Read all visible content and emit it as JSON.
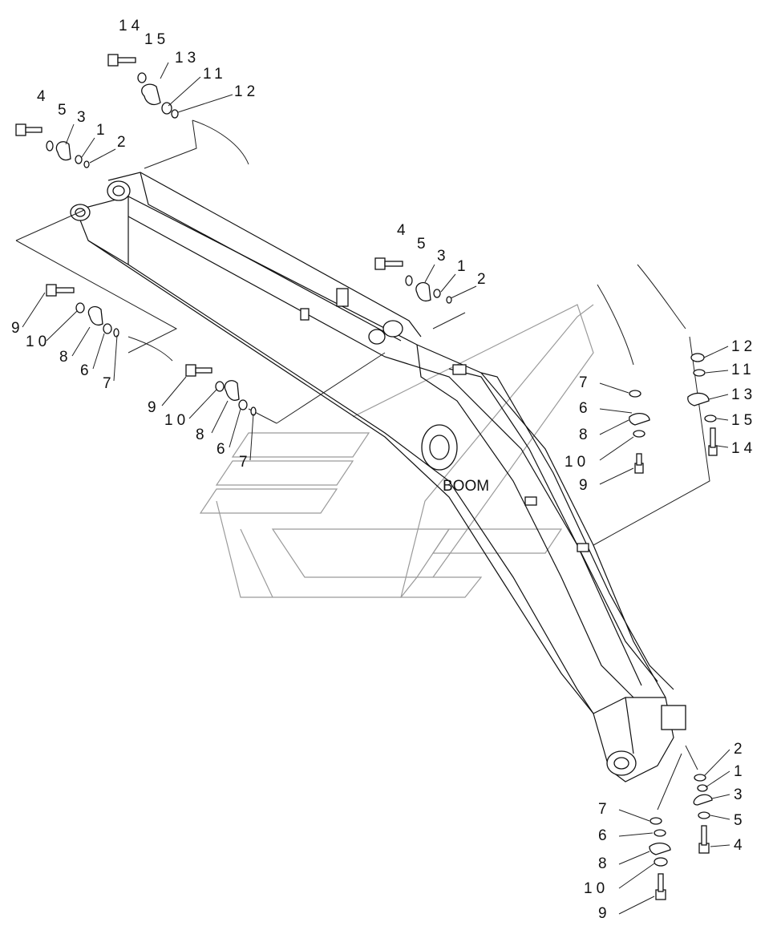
{
  "diagram": {
    "main_label": "BOOM",
    "callouts": {
      "top_left_group": [
        "14",
        "15",
        "13",
        "11",
        "12",
        "4",
        "5",
        "3",
        "1",
        "2"
      ],
      "left_lower_group": [
        "9",
        "10",
        "8",
        "6",
        "7",
        "9",
        "10",
        "8",
        "6",
        "7"
      ],
      "mid_top_group": [
        "4",
        "5",
        "3",
        "1",
        "2"
      ],
      "right_group": [
        "12",
        "11",
        "13",
        "15",
        "14",
        "7",
        "6",
        "8",
        "10",
        "9"
      ],
      "bottom_right_group": [
        "2",
        "1",
        "3",
        "5",
        "4",
        "7",
        "6",
        "8",
        "10",
        "9"
      ]
    }
  }
}
